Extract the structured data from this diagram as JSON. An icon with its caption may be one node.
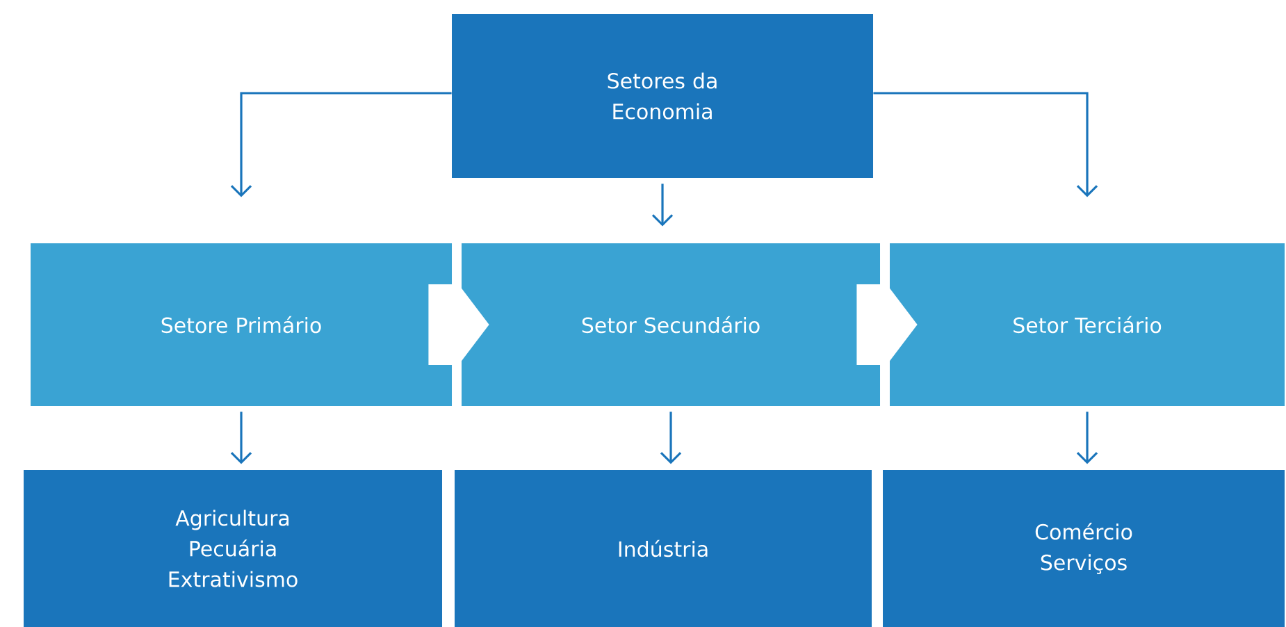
{
  "diagram": {
    "nodes": [
      {
        "text": [
          "Setores da Economia"
        ]
      },
      {
        "text": [
          "Setore Primário"
        ]
      },
      {
        "text": [
          "Setor Secundário"
        ]
      },
      {
        "text": [
          "Setor Terciário"
        ]
      },
      {
        "text": [
          "Agricultura Pecuária Extrativismo"
        ]
      },
      {
        "text": [
          "Indústria"
        ]
      },
      {
        "text": [
          "Comércio Serviços"
        ]
      }
    ],
    "edges": [
      {
        "from": 0,
        "to": 1,
        "arrow": "to"
      },
      {
        "from": 0,
        "to": 2,
        "arrow": "to"
      },
      {
        "from": 0,
        "to": 3,
        "arrow": "to"
      },
      {
        "from": 1,
        "to": 2,
        "arrow": "to",
        "style": "thick",
        "color": "#ffffff"
      },
      {
        "from": 2,
        "to": 3,
        "arrow": "to",
        "style": "thick",
        "color": "#ffffff"
      },
      {
        "from": 1,
        "to": 4,
        "arrow": "to"
      },
      {
        "from": 2,
        "to": 5,
        "arrow": "to"
      },
      {
        "from": 3,
        "to": 6,
        "arrow": "to"
      }
    ]
  }
}
